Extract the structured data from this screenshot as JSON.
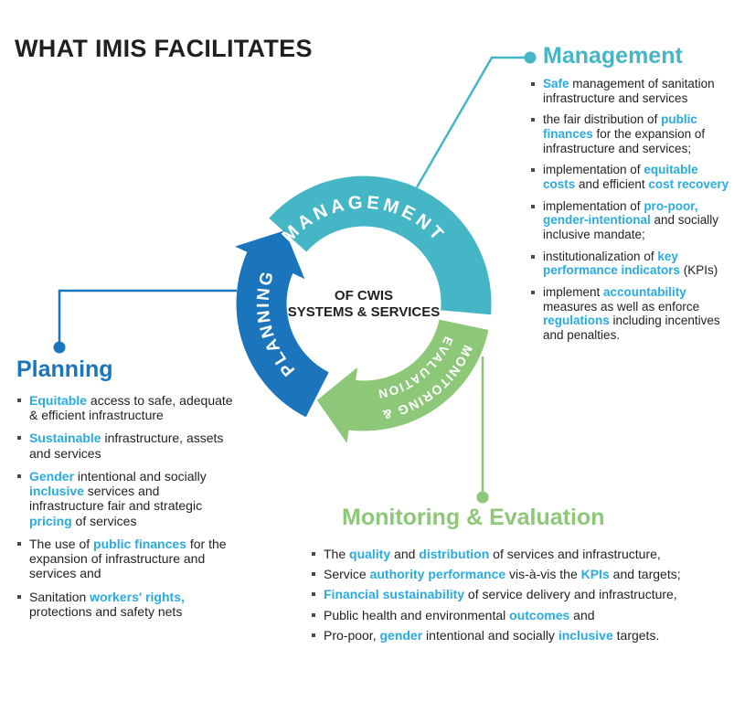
{
  "title": "WHAT IMIS FACILITATES",
  "colors": {
    "teal": "#45b6c6",
    "blue": "#1b75bc",
    "green": "#8cc878",
    "highlight": "#29abe2",
    "text": "#231f20"
  },
  "diagram": {
    "center_line1": "OF CWIS",
    "center_line2": "SYSTEMS & SERVICES",
    "segments": [
      {
        "id": "management",
        "label": "MANAGEMENT",
        "color": "#45b6c6"
      },
      {
        "id": "planning",
        "label": "PLANNING",
        "color": "#1b75bc"
      },
      {
        "id": "monitoring-evaluation",
        "label": "MONITORING & EVALUATION",
        "label_line1": "MONITORING &",
        "label_line2": "EVALUATION",
        "color": "#8cc878"
      }
    ]
  },
  "sections": {
    "management": {
      "heading": "Management",
      "items": [
        [
          {
            "t": "Safe",
            "h": true
          },
          {
            "t": " management of sanitation infrastructure and services",
            "h": false
          }
        ],
        [
          {
            "t": "the fair distribution of ",
            "h": false
          },
          {
            "t": "public finances",
            "h": true
          },
          {
            "t": " for the expansion of infrastructure and services;",
            "h": false
          }
        ],
        [
          {
            "t": "implementation of ",
            "h": false
          },
          {
            "t": "equitable costs",
            "h": true
          },
          {
            "t": " and efficient ",
            "h": false
          },
          {
            "t": "cost recovery",
            "h": true
          }
        ],
        [
          {
            "t": "implementation of ",
            "h": false
          },
          {
            "t": "pro-poor, gender-intentional",
            "h": true
          },
          {
            "t": " and socially inclusive mandate;",
            "h": false
          }
        ],
        [
          {
            "t": "institutionalization of ",
            "h": false
          },
          {
            "t": "key performance indicators",
            "h": true
          },
          {
            "t": " (KPIs)",
            "h": false
          }
        ],
        [
          {
            "t": "implement ",
            "h": false
          },
          {
            "t": "accountability",
            "h": true
          },
          {
            "t": " measures as well as enforce ",
            "h": false
          },
          {
            "t": "regulations",
            "h": true
          },
          {
            "t": " including incentives and penalties.",
            "h": false
          }
        ]
      ]
    },
    "planning": {
      "heading": "Planning",
      "items": [
        [
          {
            "t": "Equitable",
            "h": true
          },
          {
            "t": " access to safe, adequate & efficient infrastructure",
            "h": false
          }
        ],
        [
          {
            "t": "Sustainable",
            "h": true
          },
          {
            "t": " infrastructure, assets and services",
            "h": false
          }
        ],
        [
          {
            "t": "Gender",
            "h": true
          },
          {
            "t": " intentional and socially ",
            "h": false
          },
          {
            "t": "inclusive",
            "h": true
          },
          {
            "t": " services and infrastructure fair and strategic ",
            "h": false
          },
          {
            "t": "pricing",
            "h": true
          },
          {
            "t": " of services",
            "h": false
          }
        ],
        [
          {
            "t": "The use of ",
            "h": false
          },
          {
            "t": "public finances",
            "h": true
          },
          {
            "t": " for the expansion of infrastructure and services and",
            "h": false
          }
        ],
        [
          {
            "t": "Sanitation ",
            "h": false
          },
          {
            "t": "workers' rights,",
            "h": true
          },
          {
            "t": " protections and safety nets",
            "h": false
          }
        ]
      ]
    },
    "monitoring_evaluation": {
      "heading": "Monitoring & Evaluation",
      "items": [
        [
          {
            "t": "The ",
            "h": false
          },
          {
            "t": "quality",
            "h": true
          },
          {
            "t": " and ",
            "h": false
          },
          {
            "t": "distribution",
            "h": true
          },
          {
            "t": " of services and infrastructure,",
            "h": false
          }
        ],
        [
          {
            "t": "Service ",
            "h": false
          },
          {
            "t": "authority performance",
            "h": true
          },
          {
            "t": " vis-à-vis the ",
            "h": false
          },
          {
            "t": "KPIs",
            "h": true
          },
          {
            "t": " and targets;",
            "h": false
          }
        ],
        [
          {
            "t": "Financial sustainability",
            "h": true
          },
          {
            "t": " of service delivery and infrastructure,",
            "h": false
          }
        ],
        [
          {
            "t": "Public health and environmental ",
            "h": false
          },
          {
            "t": "outcomes",
            "h": true
          },
          {
            "t": " and",
            "h": false
          }
        ],
        [
          {
            "t": "Pro-poor, ",
            "h": false
          },
          {
            "t": "gender",
            "h": true
          },
          {
            "t": " intentional and socially ",
            "h": false
          },
          {
            "t": "inclusive",
            "h": true
          },
          {
            "t": " targets.",
            "h": false
          }
        ]
      ]
    }
  }
}
